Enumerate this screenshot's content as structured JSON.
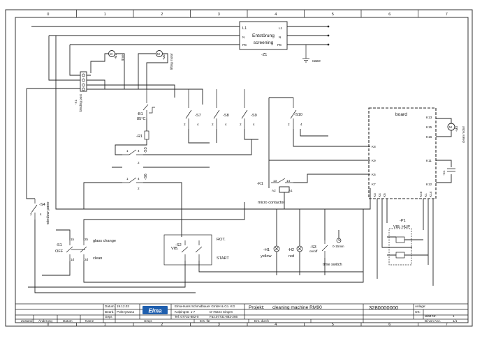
{
  "grid": {
    "columns": [
      "0",
      "1",
      "2",
      "3",
      "4",
      "5",
      "6",
      "7"
    ]
  },
  "labels": {
    "filter_lines": [
      "L1",
      "N",
      "PE"
    ],
    "filter_outputs": [
      "L1",
      "N",
      "PE"
    ],
    "filter_title_1": "Entstörung",
    "filter_title_2": "screening",
    "filter_tag": "-Z1",
    "case": "case",
    "m1_tag": "-M1",
    "m1_name": "time",
    "m2_tag": "-M2",
    "m2_name": "lifting motor",
    "x1_tag": "-X1",
    "x1_name": "binding post",
    "b1_tag": "-B1",
    "b1_temp": "85°C",
    "r1_tag": "-R1",
    "s3_tag": "-S3",
    "s6_tag": "-S6",
    "s7_tag": "-S7",
    "s8_tag": "-S8",
    "s9_tag": "-S9",
    "s10_tag": "-S10",
    "s4_tag": "-S4",
    "s4_name": "window pane",
    "k1_tag": "-K1",
    "k1_name": "micro contactor",
    "k1_pins": [
      "13",
      "14",
      "A2",
      "A1"
    ],
    "board": "board",
    "board_pins_left": [
      "K8",
      "K9",
      "K6",
      "K7"
    ],
    "board_pins_right": [
      "K13",
      "K15",
      "K16",
      "K11",
      "K12"
    ],
    "board_pins_bottom": [
      "K3",
      "K4",
      "K5",
      "K10",
      "K1",
      "K14"
    ],
    "m3_tag": "-M3",
    "m3_name": "clean motor",
    "c1_tag": "-C1",
    "s1_tag": "-S1",
    "s1_off": "OFF",
    "s1_glass": "glass change",
    "s1_clean": "clean",
    "s2_tag": "-S2",
    "s2_vib": "VIB.",
    "s2_rot": "ROT.",
    "s2_start": "START",
    "h1_tag": "-H1",
    "h1_color": "yellow",
    "h2_tag": "-H2",
    "h2_color": "red",
    "s3b_tag": "-S3",
    "s3b_name": "on/off",
    "time_switch": "time switch",
    "timer_range": "0-15min",
    "p1_tag": "-P1",
    "p1_name": "VIB. HUP"
  },
  "title_block": {
    "datum_label": "Datum",
    "datum_value": "19.12.03",
    "bearb_label": "Bearb.",
    "bearb_value": "Pokrzywana",
    "gepr_label": "Gepr.",
    "company_line1": "Elma-Hans Schmidbauer GmbH & Co. KG",
    "company_line2": "Kolpingstr. 1-7",
    "company_city": "D-78224 Singen",
    "company_tel": "Tel. 07731-882-0",
    "company_fax": "Fax.07731-882-266",
    "logo": "Elma",
    "project_label": "Projekt:",
    "project_value": "cleaning machine RM90",
    "drawing_number": "3280000000",
    "anlage": "Anlage:",
    "ort": "Ort:",
    "blatt_nr_label": "Blatt-Nr.",
    "blatt_nr_value": "1",
    "blatt_von_label": "Bl.von Anz.",
    "blatt_von_value": "1/1",
    "footer": [
      "Zustand",
      "Änderung",
      "Datum",
      "Name",
      "Urspr.",
      "Ers. für",
      "Ers. durch"
    ]
  }
}
